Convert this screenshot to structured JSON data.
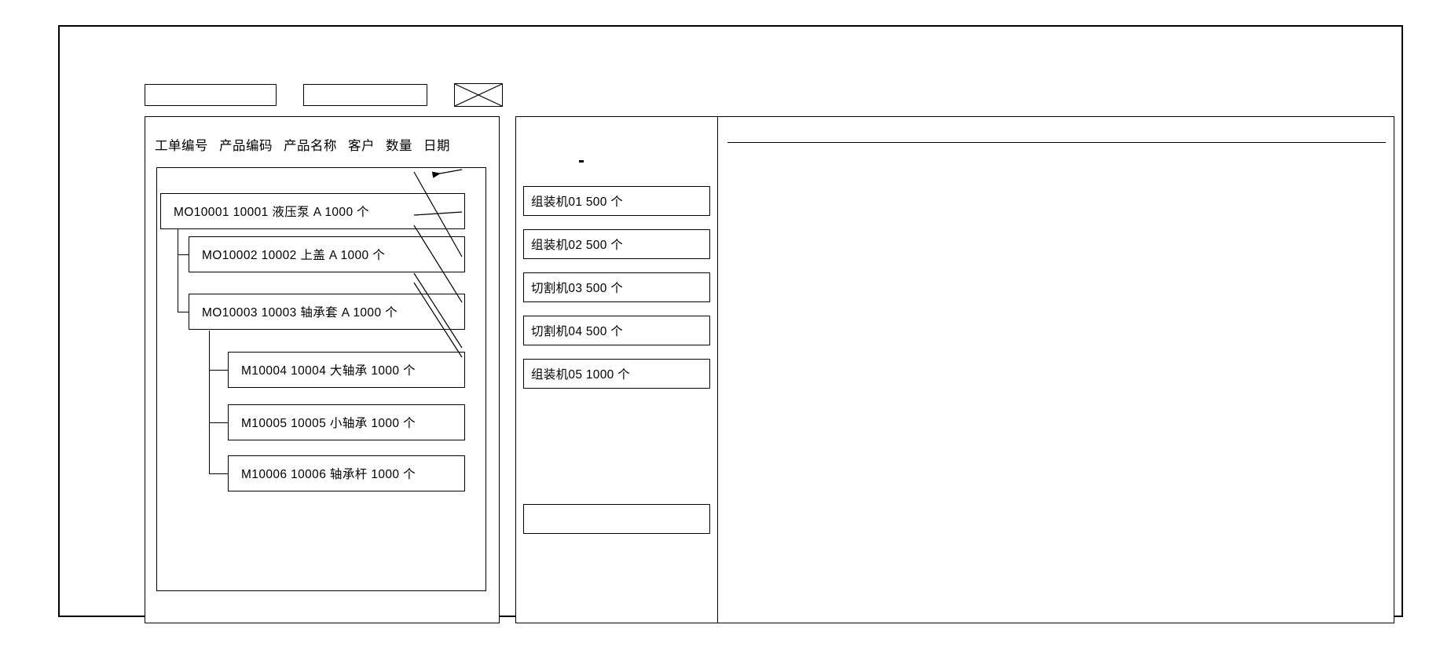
{
  "window": {
    "title": ""
  },
  "toolbar": {
    "field_1": "",
    "field_2": "",
    "image_placeholder_name": "image-placeholder-icon"
  },
  "left_panel": {
    "columns": [
      "工单编号",
      "产品编码",
      "产品名称",
      "客户",
      "数量",
      "日期"
    ],
    "rows": [
      {
        "level": 0,
        "order_no": "MO10001",
        "product_code": "10001",
        "product_name": "液压泵",
        "customer": "A",
        "quantity": "1000",
        "unit": "个",
        "text": "MO10001   10001  液压泵   A    1000 个"
      },
      {
        "level": 1,
        "order_no": "MO10002",
        "product_code": "10002",
        "product_name": "上盖",
        "customer": "A",
        "quantity": "1000",
        "unit": "个",
        "text": "MO10002  10002   上盖  A   1000  个"
      },
      {
        "level": 1,
        "order_no": "MO10003",
        "product_code": "10003",
        "product_name": "轴承套",
        "customer": "A",
        "quantity": "1000",
        "unit": "个",
        "text": "MO10003  10003   轴承套 A    1000   个"
      },
      {
        "level": 2,
        "order_no": "M10004",
        "product_code": "10004",
        "product_name": "大轴承",
        "customer": "",
        "quantity": "1000",
        "unit": "个",
        "text": "M10004 10004  大轴承  1000  个"
      },
      {
        "level": 2,
        "order_no": "M10005",
        "product_code": "10005",
        "product_name": "小轴承",
        "customer": "",
        "quantity": "1000",
        "unit": "个",
        "text": "M10005  10005  小轴承  1000  个"
      },
      {
        "level": 2,
        "order_no": "M10006",
        "product_code": "10006",
        "product_name": "轴承杆",
        "customer": "",
        "quantity": "1000",
        "unit": "个",
        "text": "M10006  10006  轴承杆  1000  个"
      }
    ]
  },
  "middle_panel": {
    "machines": [
      {
        "machine": "组装机01",
        "quantity": "500",
        "unit": "个",
        "text": "组装机01    500  个"
      },
      {
        "machine": "组装机02",
        "quantity": "500",
        "unit": "个",
        "text": "组装机02    500  个"
      },
      {
        "machine": "切割机03",
        "quantity": "500",
        "unit": "个",
        "text": "切割机03    500  个"
      },
      {
        "machine": "切割机04",
        "quantity": "500",
        "unit": "个",
        "text": "切割机04   500  个"
      },
      {
        "machine": "组装机05",
        "quantity": "1000",
        "unit": "个",
        "text": "组装机05   1000 个"
      }
    ],
    "empty_slot": ""
  },
  "right_panel": {
    "content": ""
  }
}
